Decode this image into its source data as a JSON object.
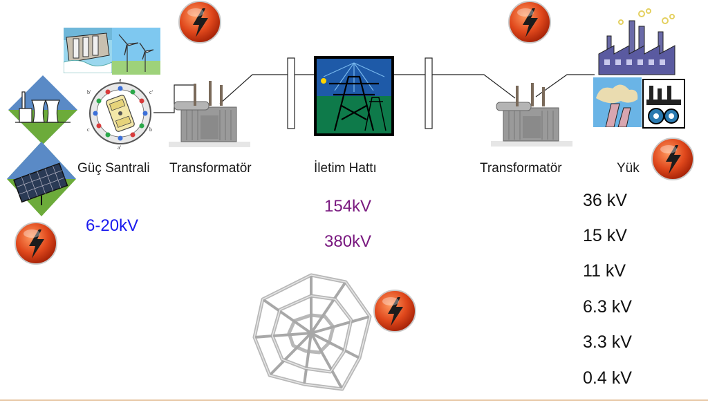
{
  "labels": {
    "power_plant": "Güç Santrali",
    "transformer_left": "Transformatör",
    "transmission_line": "İletim Hattı",
    "transformer_right": "Transformatör",
    "load": "Yük"
  },
  "generation_voltage": "6-20kV",
  "transmission_voltages": [
    "154kV",
    "380kV"
  ],
  "load_voltages": [
    "36 kV",
    "15 kV",
    "11 kV",
    "6.3 kV",
    "3.3 kV",
    "0.4 kV"
  ],
  "generator_terminals": [
    "a",
    "b'",
    "c'",
    "c",
    "b",
    "a'"
  ],
  "icons": {
    "lightning_badge": "lightning-bolt-badge",
    "hydro": "hydroelectric-dam",
    "wind": "wind-turbines",
    "nuclear": "nuclear-plant",
    "solar": "solar-panel",
    "generator": "generator-cross-section",
    "transformer": "power-transformer",
    "tower": "transmission-tower",
    "factory": "factory",
    "web": "spider-web"
  },
  "colors": {
    "badge_red": "#d8401a",
    "generation_voltage": "#1a1aee",
    "transmission_voltage": "#7a1a80"
  }
}
